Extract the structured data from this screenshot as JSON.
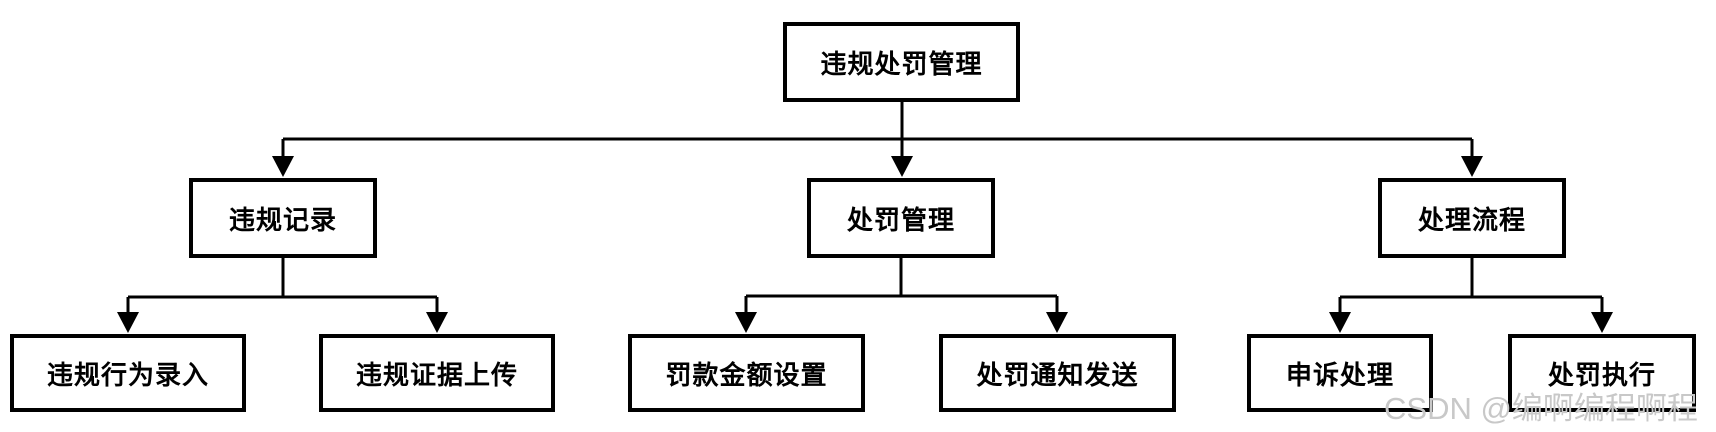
{
  "colors": {
    "line": "#000000",
    "box_border": "#000000",
    "box_fill": "#ffffff",
    "text": "#000000",
    "watermark": "#c8c8c8"
  },
  "diagram": {
    "root": {
      "label": "违规处罚管理"
    },
    "branches": [
      {
        "label": "违规记录",
        "children": [
          {
            "label": "违规行为录入"
          },
          {
            "label": "违规证据上传"
          }
        ]
      },
      {
        "label": "处罚管理",
        "children": [
          {
            "label": "罚款金额设置"
          },
          {
            "label": "处罚通知发送"
          }
        ]
      },
      {
        "label": "处理流程",
        "children": [
          {
            "label": "申诉处理"
          },
          {
            "label": "处罚执行"
          }
        ]
      }
    ]
  },
  "watermark": {
    "text": "CSDN @编啊编程啊程"
  }
}
